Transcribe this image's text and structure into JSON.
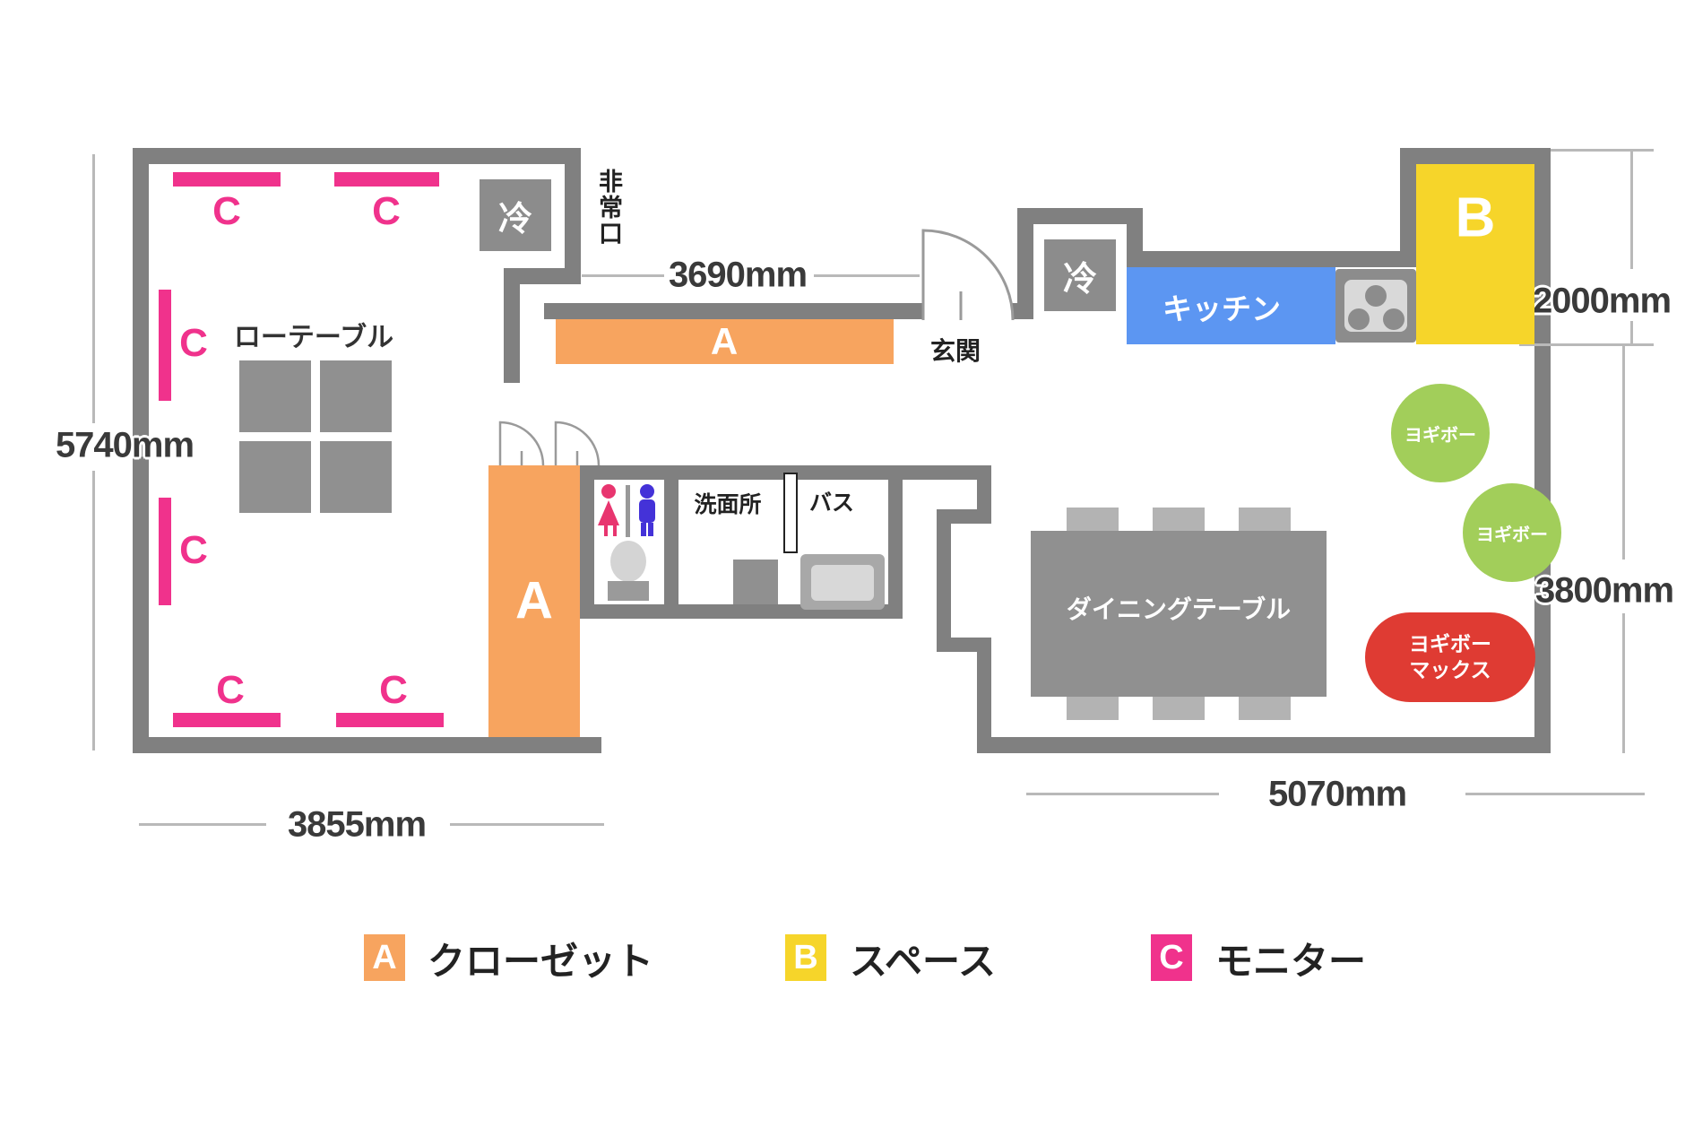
{
  "chart_type": "floor-plan",
  "colors": {
    "wall": "#808080",
    "closet_A": "#F7A45F",
    "space_B": "#F6D52A",
    "monitor_C": "#F0328C",
    "kitchen": "#5C96F2",
    "yogibo": "#A2CE5A",
    "yogibo_max": "#DF3B33",
    "furniture": "#909090"
  },
  "dimensions": {
    "left_height": "5740mm",
    "bottom_left_width": "3855mm",
    "top_middle_width": "3690mm",
    "right_top_height": "2000mm",
    "right_middle_height": "3800mm",
    "bottom_right_width": "5070mm"
  },
  "labels": {
    "monitor": "C",
    "closet": "A",
    "space": "B",
    "fridge": "冷",
    "emergency_exit": "非常口",
    "entrance": "玄関",
    "kitchen": "キッチン",
    "low_table": "ローテーブル",
    "dining_table": "ダイニングテーブル",
    "washroom": "洗面所",
    "bath": "バス",
    "yogibo": "ヨギボー",
    "yogibo_max_line1": "ヨギボー",
    "yogibo_max_line2": "マックス"
  },
  "legend": [
    {
      "key": "A",
      "label": "クローゼット"
    },
    {
      "key": "B",
      "label": "スペース"
    },
    {
      "key": "C",
      "label": "モニター"
    }
  ]
}
